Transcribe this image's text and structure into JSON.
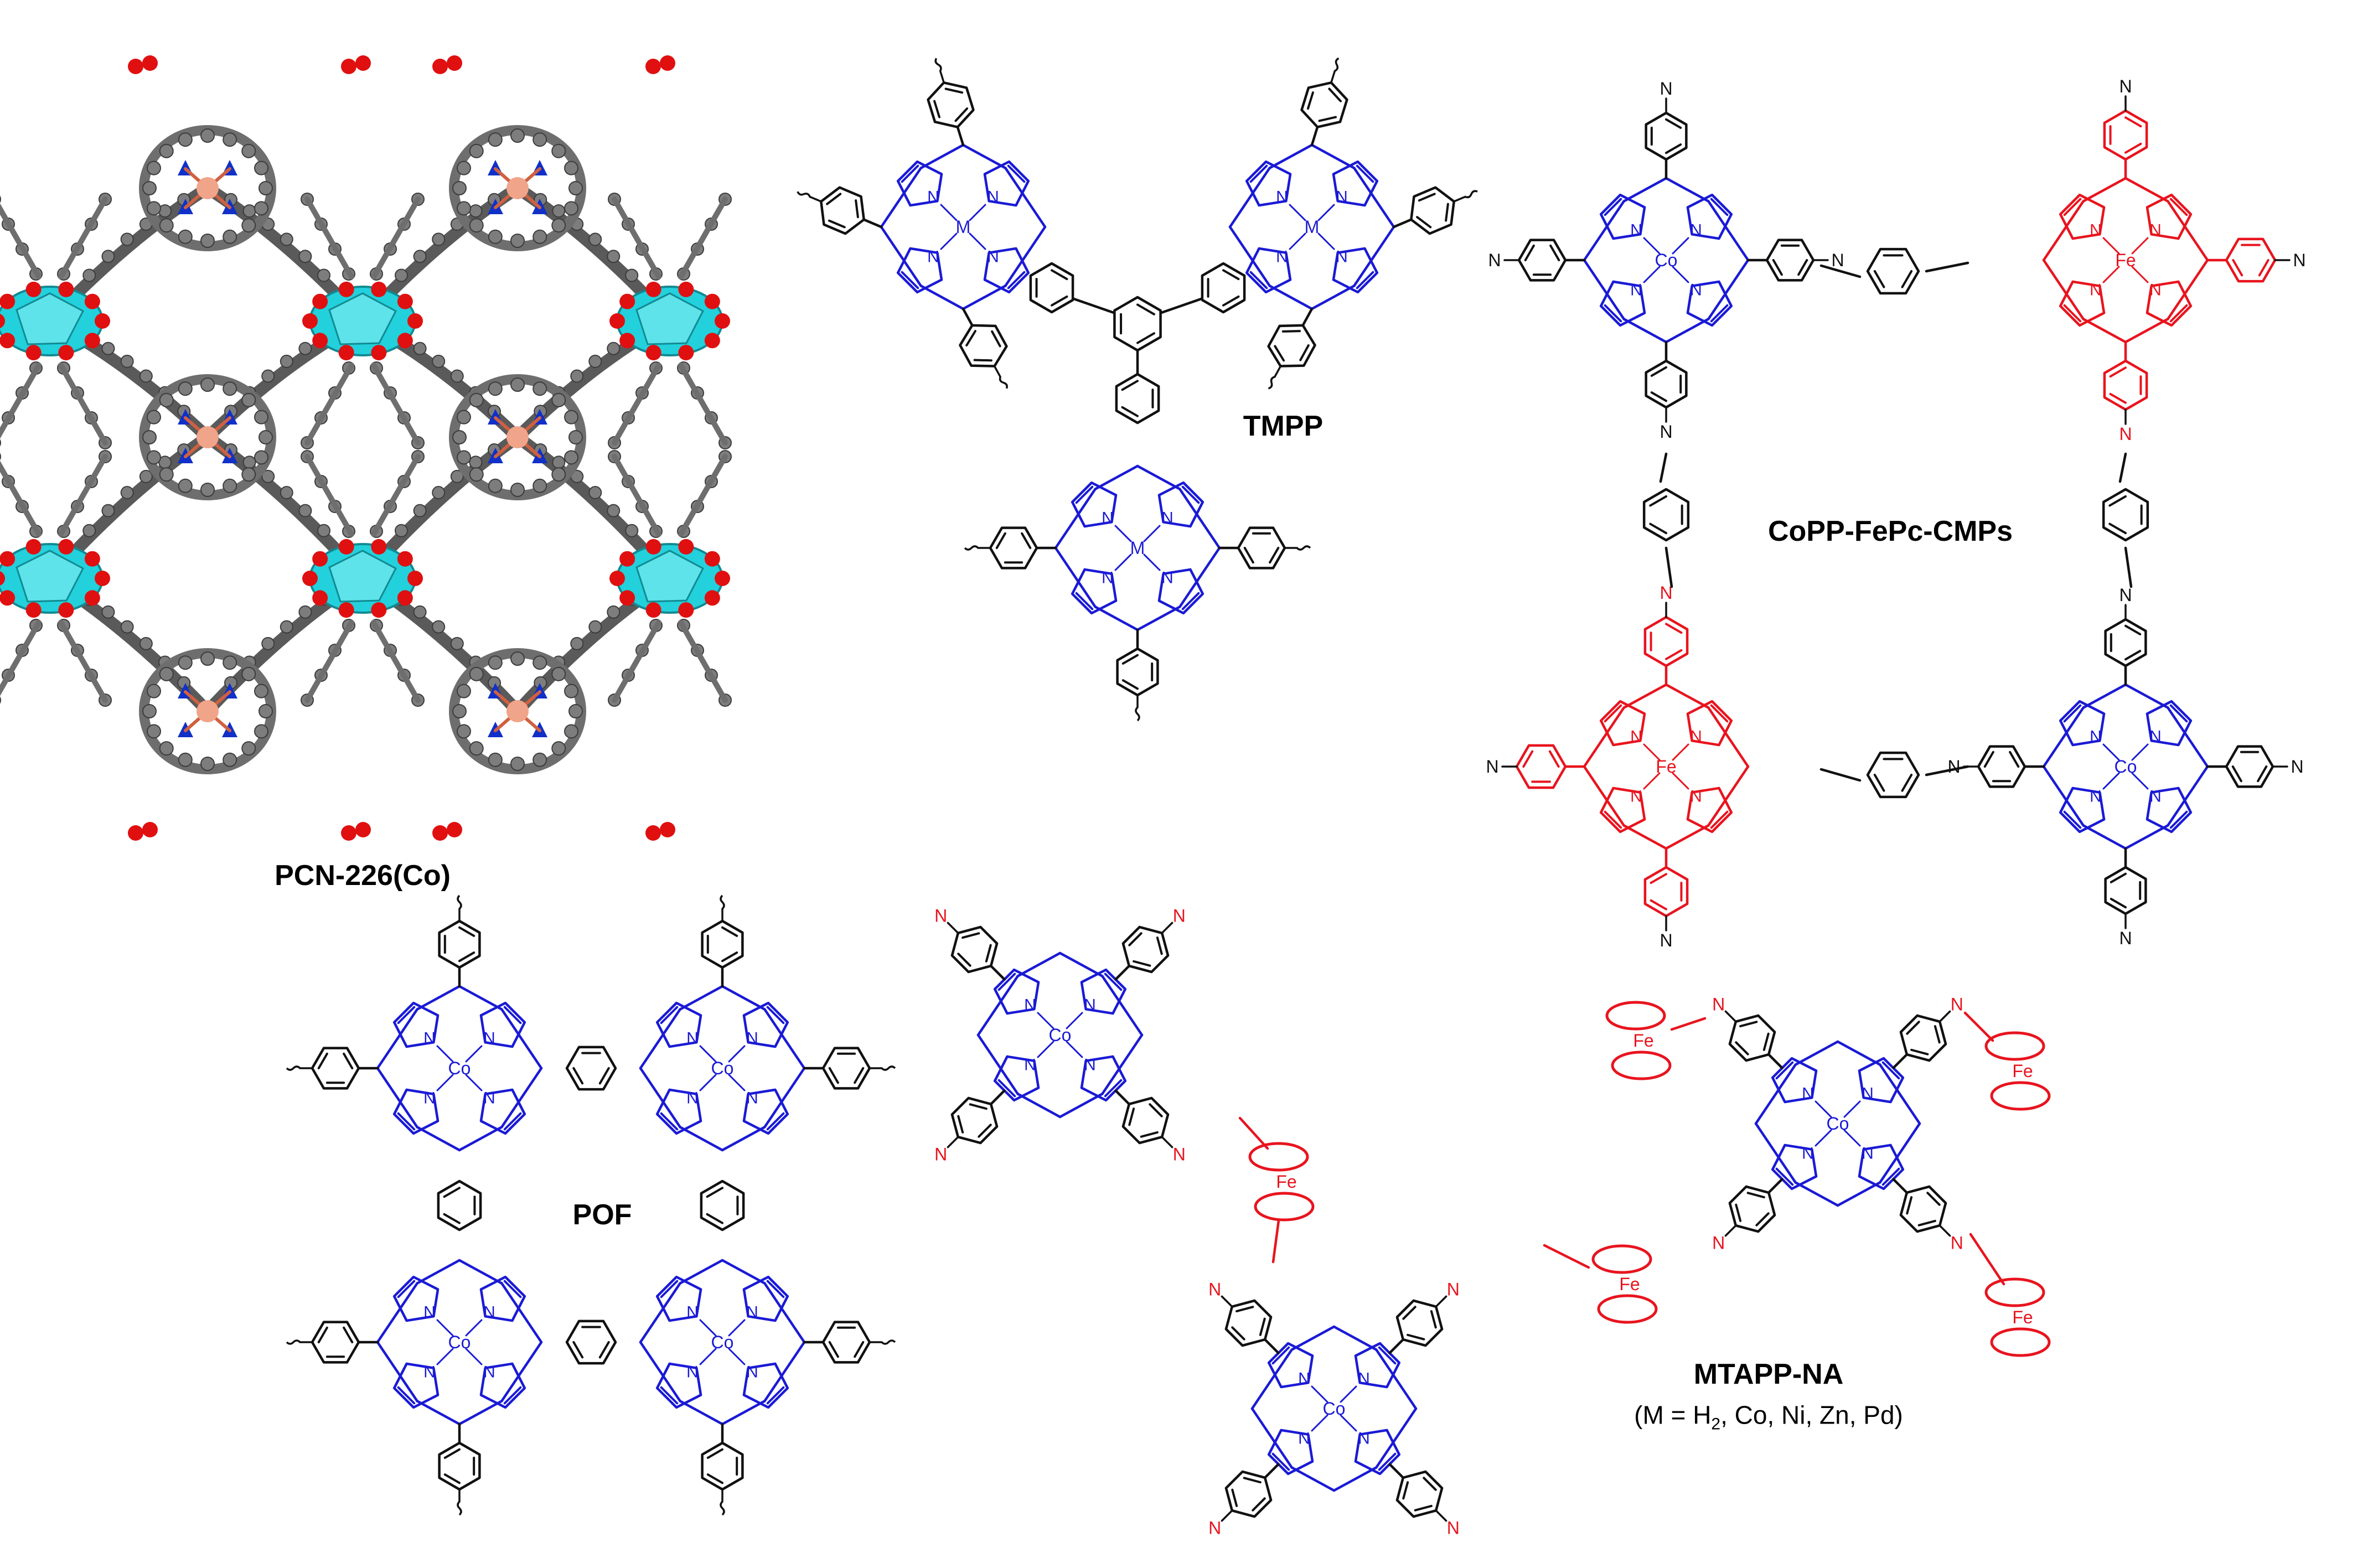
{
  "panels": {
    "pcn": {
      "label": "PCN-226(Co)"
    },
    "tmpp": {
      "label": "TMPP",
      "metal": "M"
    },
    "coppfepc": {
      "label": "CoPP-FePc-CMPs",
      "metal_a": "Co",
      "metal_b": "Fe"
    },
    "pof": {
      "label": "POF",
      "metal": "Co"
    },
    "mtapp": {
      "label": "MTAPP-NA",
      "note_prefix": "(M = H",
      "note_sub": "2",
      "note_suffix": ", Co, Ni, Zn, Pd)",
      "metal": "Co",
      "ferrocene_metal": "Fe"
    }
  },
  "atoms": {
    "nitrogen": "N"
  },
  "colors": {
    "porphyrin": "#1a1ad6",
    "phthalocyanine": "#e8141e",
    "linker": "#111111",
    "carbon_atom": "#7d7d7d",
    "oxygen_atom": "#e01010",
    "cobalt_node": "#f0a48a",
    "nitrogen_atom": "#1030c8",
    "zr_cluster": "#22d1dc"
  }
}
